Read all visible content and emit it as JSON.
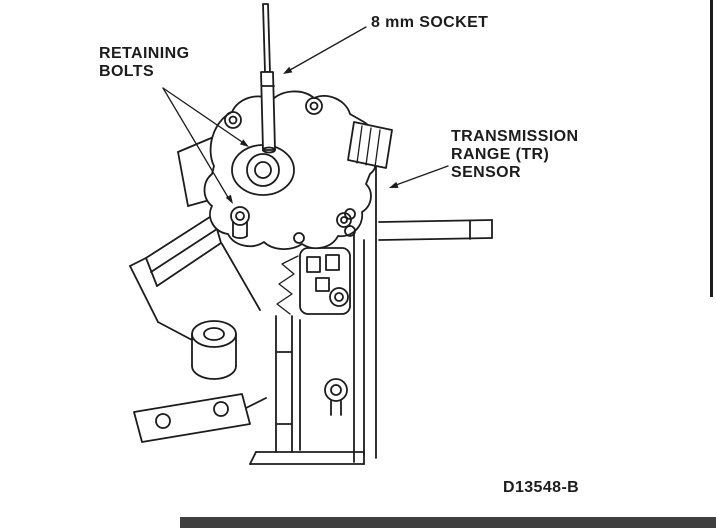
{
  "labels": {
    "socket": "8 mm SOCKET",
    "retaining_bolts": "RETAINING\nBOLTS",
    "tr_sensor": "TRANSMISSION\nRANGE (TR)\nSENSOR",
    "figure_id": "D13548-B"
  },
  "colors": {
    "line": "#1c1c1c",
    "background": "#ffffff",
    "bottom_bar": "#3f3f3f"
  }
}
